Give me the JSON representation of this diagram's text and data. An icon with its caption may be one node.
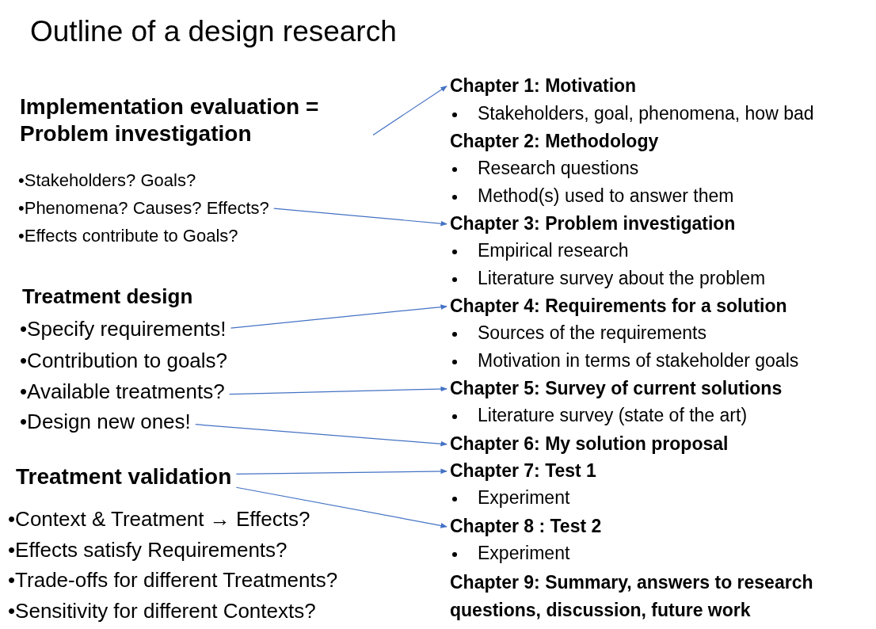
{
  "diagram": {
    "title": "Outline of a design research",
    "nodes": [
      {
        "text": [
          "Implementation evaluation = Problem investigation"
        ]
      },
      {
        "text": [
          "Chapter 1: Motivation"
        ]
      },
      {
        "text": [
          "•Phenomena? Causes? Effects?"
        ]
      },
      {
        "text": [
          "Chapter 3: Problem investigation"
        ]
      },
      {
        "text": [
          "•Specify requirements!"
        ]
      },
      {
        "text": [
          "Chapter 4: Requirements for a solution"
        ]
      },
      {
        "text": [
          "•Available treatments?"
        ]
      },
      {
        "text": [
          "Chapter 5: Survey of current solutions"
        ]
      },
      {
        "text": [
          "•Design new ones!"
        ]
      },
      {
        "text": [
          "Chapter 6: My solution proposal"
        ]
      },
      {
        "text": [
          "Treatment validation"
        ]
      },
      {
        "text": [
          "Chapter 7: Test 1"
        ]
      },
      {
        "text": [
          "Chapter 8 : Test 2"
        ]
      }
    ],
    "edges": [
      {
        "from": 0,
        "to": 1,
        "arrow": "to"
      },
      {
        "from": 2,
        "to": 3,
        "arrow": "to"
      },
      {
        "from": 4,
        "to": 5,
        "arrow": "to"
      },
      {
        "from": 6,
        "to": 7,
        "arrow": "to"
      },
      {
        "from": 8,
        "to": 9,
        "arrow": "to"
      },
      {
        "from": 10,
        "to": 11,
        "arrow": "to"
      },
      {
        "from": 10,
        "to": 12,
        "arrow": "to"
      }
    ],
    "labels": [
      "•Stakeholders? Goals?",
      "•Effects contribute to Goals?",
      "Treatment design",
      "•Contribution to goals?",
      "•Context & Treatment → Effects?",
      "•Effects satisfy Requirements?",
      "•Trade-offs for different Treatments?",
      "•Sensitivity for different Contexts?",
      "Stakeholders, goal, phenomena, how bad",
      "Chapter 2: Methodology",
      "Research questions",
      "Method(s) used to answer them",
      "Empirical research",
      "Literature survey about the problem",
      "Sources of the requirements",
      "Motivation in terms of stakeholder goals",
      "Literature survey (state of the art)",
      "Experiment",
      "Experiment",
      "Chapter 9: Summary, answers to research questions, discussion, future work"
    ]
  }
}
